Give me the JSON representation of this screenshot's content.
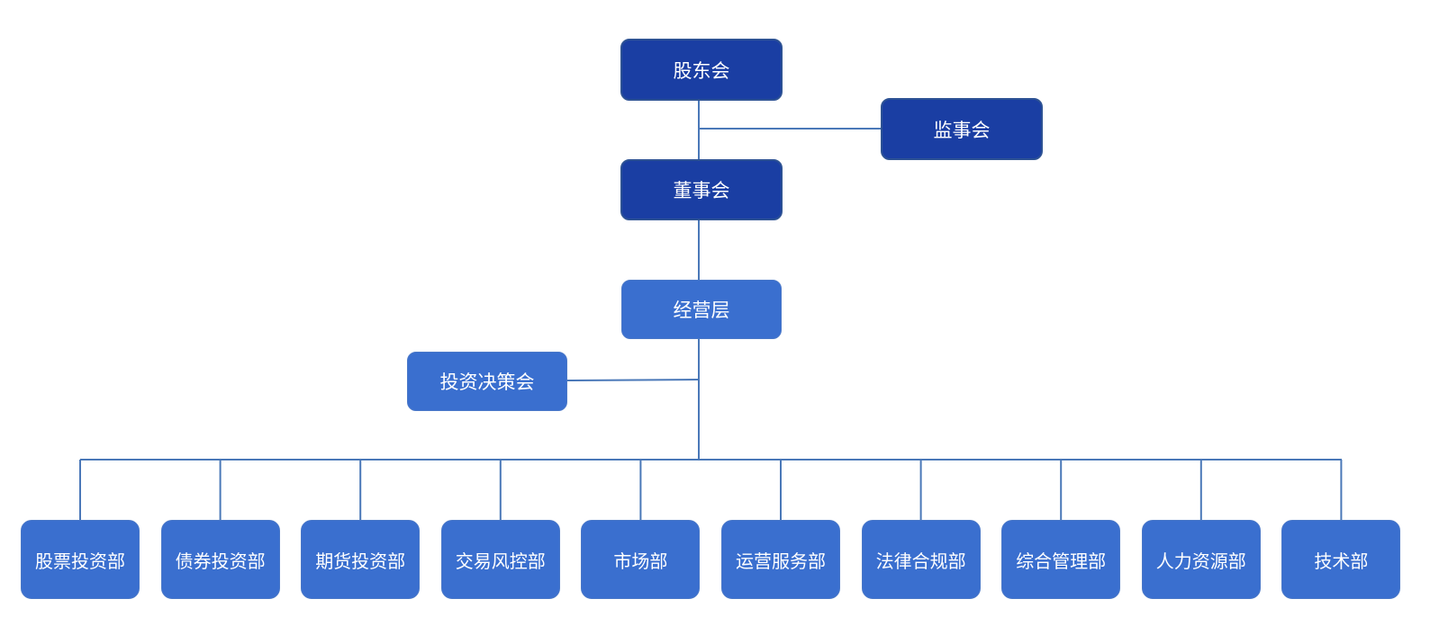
{
  "colors": {
    "top_node": "#1a3ea3",
    "lower_node": "#3a6fcf",
    "connector": "#4a78b8"
  },
  "nodes": {
    "shareholders": "股东会",
    "supervisors": "监事会",
    "board": "董事会",
    "management": "经营层",
    "investment_committee": "投资决策会"
  },
  "departments": [
    "股票投资部",
    "债券投资部",
    "期货投资部",
    "交易风控部",
    "市场部",
    "运营服务部",
    "法律合规部",
    "综合管理部",
    "人力资源部",
    "技术部"
  ]
}
